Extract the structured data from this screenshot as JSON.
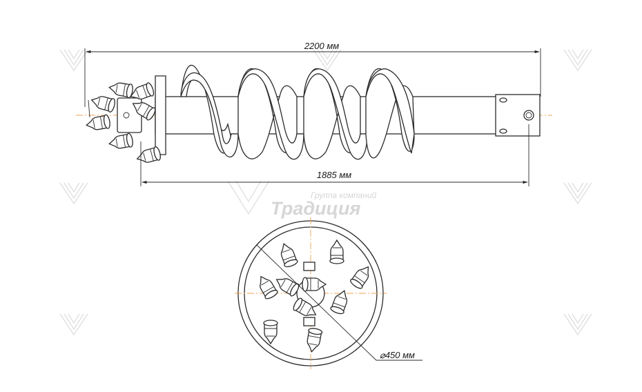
{
  "dimensions": {
    "overall_length": "2200 мм",
    "auger_length": "1885 мм",
    "diameter": "⌀450 мм"
  },
  "watermark": {
    "company_line": "Группа компаний",
    "brand_line": "Традиция"
  },
  "colors": {
    "line": "#2a2a2a",
    "axis": "#f0a050",
    "watermark": "#d6d6d6"
  }
}
